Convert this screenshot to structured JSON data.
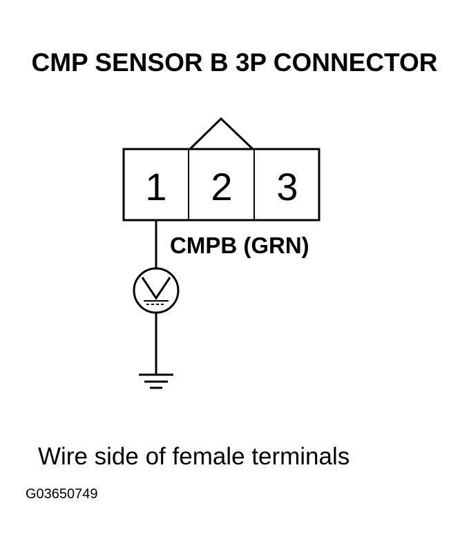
{
  "title": "CMP SENSOR B 3P CONNECTOR",
  "connector": {
    "terminals": [
      "1",
      "2",
      "3"
    ]
  },
  "wire_label": "CMPB (GRN)",
  "caption": "Wire side of female terminals",
  "figure_id": "G03650749"
}
